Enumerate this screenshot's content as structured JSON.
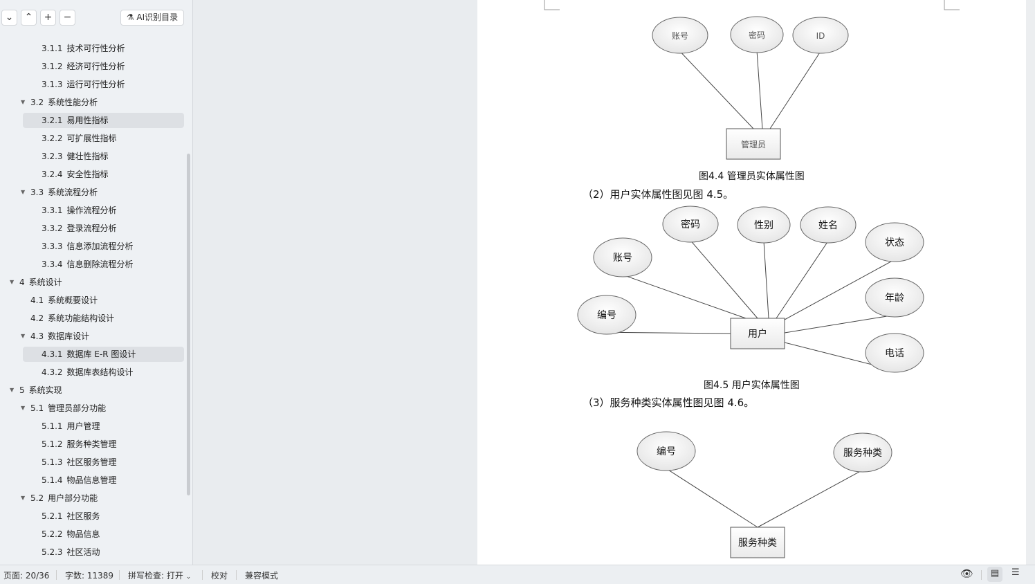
{
  "toolbar": {
    "expand_label": "⌄",
    "collapse_label": "⌃",
    "add_label": "+",
    "remove_label": "−",
    "ai_label": "AI识别目录"
  },
  "outline": [
    {
      "num": "3.1.1",
      "text": "技术可行性分析",
      "level": 3
    },
    {
      "num": "3.1.2",
      "text": "经济可行性分析",
      "level": 3
    },
    {
      "num": "3.1.3",
      "text": "运行可行性分析",
      "level": 3
    },
    {
      "num": "3.2",
      "text": "系统性能分析",
      "level": 2,
      "expanded": true
    },
    {
      "num": "3.2.1",
      "text": "易用性指标",
      "level": 3,
      "active": true
    },
    {
      "num": "3.2.2",
      "text": "可扩展性指标",
      "level": 3
    },
    {
      "num": "3.2.3",
      "text": "健壮性指标",
      "level": 3
    },
    {
      "num": "3.2.4",
      "text": "安全性指标",
      "level": 3
    },
    {
      "num": "3.3",
      "text": "系统流程分析",
      "level": 2,
      "expanded": true
    },
    {
      "num": "3.3.1",
      "text": "操作流程分析",
      "level": 3
    },
    {
      "num": "3.3.2",
      "text": "登录流程分析",
      "level": 3
    },
    {
      "num": "3.3.3",
      "text": "信息添加流程分析",
      "level": 3
    },
    {
      "num": "3.3.4",
      "text": "信息删除流程分析",
      "level": 3
    },
    {
      "num": "4",
      "text": "系统设计",
      "level": 1,
      "expanded": true
    },
    {
      "num": "4.1",
      "text": "系统概要设计",
      "level": 2
    },
    {
      "num": "4.2",
      "text": "系统功能结构设计",
      "level": 2
    },
    {
      "num": "4.3",
      "text": "数据库设计",
      "level": 2,
      "expanded": true
    },
    {
      "num": "4.3.1",
      "text": "数据库 E-R 图设计",
      "level": 3,
      "active": true
    },
    {
      "num": "4.3.2",
      "text": "数据库表结构设计",
      "level": 3
    },
    {
      "num": "5",
      "text": "系统实现",
      "level": 1,
      "expanded": true
    },
    {
      "num": "5.1",
      "text": "管理员部分功能",
      "level": 2,
      "expanded": true
    },
    {
      "num": "5.1.1",
      "text": "用户管理",
      "level": 3
    },
    {
      "num": "5.1.2",
      "text": "服务种类管理",
      "level": 3
    },
    {
      "num": "5.1.3",
      "text": "社区服务管理",
      "level": 3
    },
    {
      "num": "5.1.4",
      "text": "物品信息管理",
      "level": 3
    },
    {
      "num": "5.2",
      "text": "用户部分功能",
      "level": 2,
      "expanded": true
    },
    {
      "num": "5.2.1",
      "text": "社区服务",
      "level": 3
    },
    {
      "num": "5.2.2",
      "text": "物品信息",
      "level": 3
    },
    {
      "num": "5.2.3",
      "text": "社区活动",
      "level": 3
    }
  ],
  "doc": {
    "fig44": {
      "entity": "管理员",
      "attrs": [
        "账号",
        "密码",
        "ID"
      ],
      "caption": "图4.4 管理员实体属性图"
    },
    "para2": "（2）用户实体属性图见图 4.5。",
    "fig45": {
      "entity": "用户",
      "attrs": [
        "密码",
        "性别",
        "姓名",
        "状态",
        "账号",
        "年龄",
        "编号",
        "电话"
      ],
      "caption": "图4.5 用户实体属性图"
    },
    "para3": "（3）服务种类实体属性图见图 4.6。",
    "fig46": {
      "entity": "服务种类",
      "attrs": [
        "编号",
        "服务种类"
      ]
    }
  },
  "status": {
    "page": "页面: 20/36",
    "words": "字数: 11389",
    "spell": "拼写检查: 打开",
    "proof": "校对",
    "compat": "兼容模式"
  }
}
